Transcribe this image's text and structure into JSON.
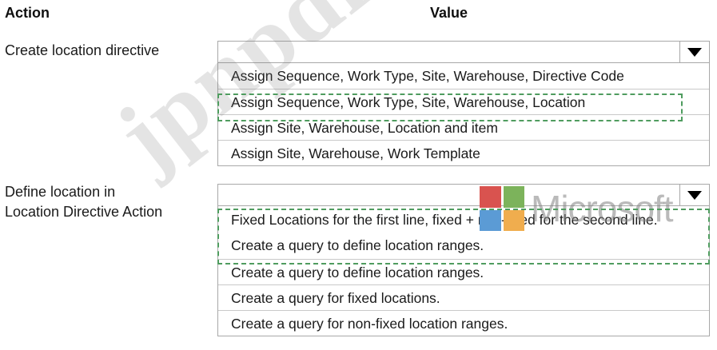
{
  "table": {
    "columns": [
      "Action",
      "Value"
    ]
  },
  "rows": [
    {
      "label": "Create location directive",
      "dropdown": {
        "selected_value": "",
        "caret_icon": "chevron-down-icon",
        "options": [
          "Assign Sequence, Work Type, Site, Warehouse, Directive Code",
          "Assign Sequence, Work Type, Site, Warehouse, Location",
          "Assign Site, Warehouse, Location and item",
          "Assign Site, Warehouse, Work Template"
        ],
        "highlighted_option_index": 1
      }
    },
    {
      "label": "Define location in\nLocation Directive Action",
      "dropdown": {
        "selected_value": "",
        "caret_icon": "chevron-down-icon",
        "options": [
          "Fixed Locations for the first line, fixed + non-fixed for the second line. Create a query to define location ranges.",
          "Create a query to define location ranges.",
          "Create a query for fixed locations.",
          "Create a query for non-fixed location ranges."
        ],
        "highlighted_option_index": 0
      }
    }
  ],
  "watermarks": {
    "site": "jpnpdf.com",
    "brand": "Microsoft",
    "brand_square_colors": [
      "#d9534f",
      "#7cb35b",
      "#5b9bd5",
      "#f0ad4e"
    ]
  },
  "colors": {
    "answer_highlight": "#4f9c5f",
    "border": "#a8a8a8",
    "row_divider": "#c9c9c9",
    "text": "#1a1a1a"
  }
}
